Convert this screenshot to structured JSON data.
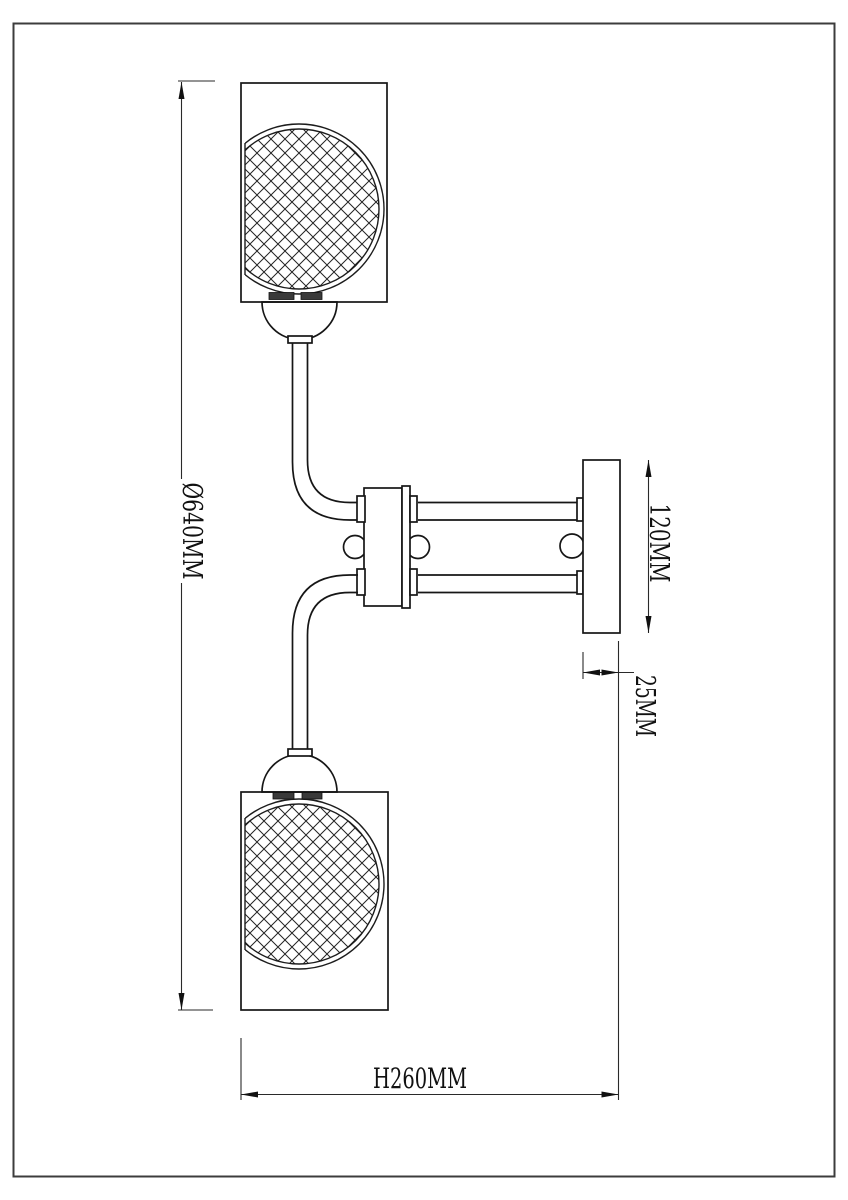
{
  "drawing": {
    "type": "lighting-fixture-technical-drawing",
    "dims": {
      "diameter": {
        "label": "Ø640MM"
      },
      "plate_height": {
        "label": "120MM"
      },
      "plate_depth": {
        "label": "25MM"
      },
      "overall_height": {
        "label": "H260MM"
      }
    },
    "colors": {
      "line": "#161616",
      "dimension_line": "#2a2a2a",
      "border": "#3c3c3c",
      "background": "#ffffff"
    }
  }
}
